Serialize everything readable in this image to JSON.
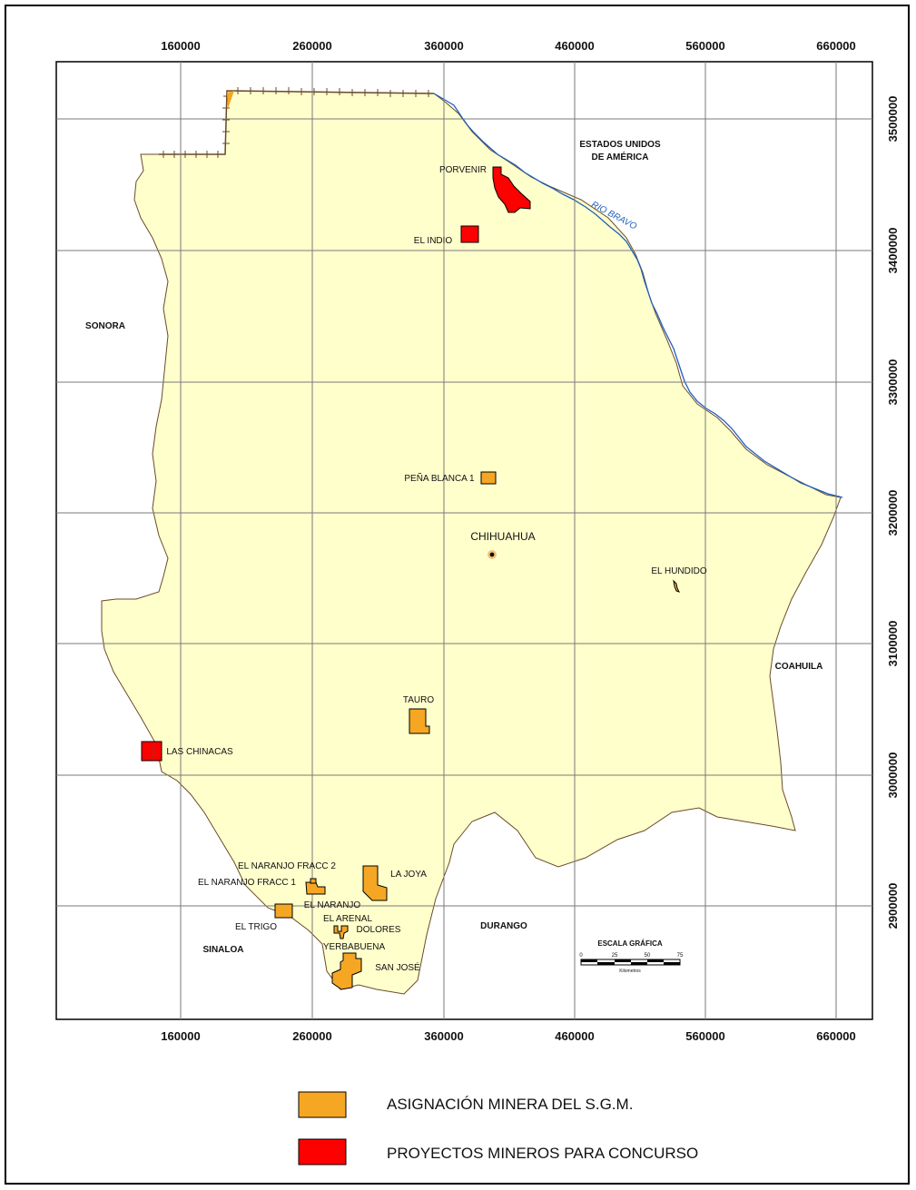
{
  "axes": {
    "x_ticks": [
      "160000",
      "260000",
      "360000",
      "460000",
      "560000",
      "660000"
    ],
    "y_ticks": [
      "3500000",
      "3400000",
      "3300000",
      "3200000",
      "3100000",
      "3000000",
      "2900000"
    ]
  },
  "regions": {
    "usa_line1": "ESTADOS UNIDOS",
    "usa_line2": "DE AMÉRICA",
    "river": "RIO BRAVO",
    "sonora": "SONORA",
    "coahuila": "COAHUILA",
    "durango": "DURANGO",
    "sinaloa": "SINALOA",
    "capital": "CHIHUAHUA"
  },
  "sites": {
    "porvenir": "PORVENIR",
    "el_indio": "EL INDIO",
    "pena_blanca": "PEÑA BLANCA 1",
    "el_hundido": "EL HUNDIDO",
    "tauro": "TAURO",
    "las_chinacas": "LAS CHINACAS",
    "naranjo_fracc2": "EL NARANJO FRACC 2",
    "naranjo_fracc1": "EL NARANJO FRACC 1",
    "la_joya": "LA JOYA",
    "el_naranjo": "EL NARANJO",
    "el_arenal": "EL ARENAL",
    "el_trigo": "EL TRIGO",
    "dolores": "DOLORES",
    "yerbabuena": "YERBABUENA",
    "san_jose": "SAN JOSÉ"
  },
  "scale_bar": {
    "title": "ESCALA GRÁFICA",
    "ticks": [
      "0",
      "25",
      "50",
      "75"
    ],
    "unit": "Kilometros"
  },
  "legend": {
    "asignacion": "ASIGNACIÓN MINERA DEL S.G.M.",
    "proyectos": "PROYECTOS MINEROS PARA CONCURSO"
  },
  "colors": {
    "land": "#ffffcc",
    "asignacion": "#f5a623",
    "proyectos": "#ff0000",
    "river": "#1f5fbf"
  }
}
